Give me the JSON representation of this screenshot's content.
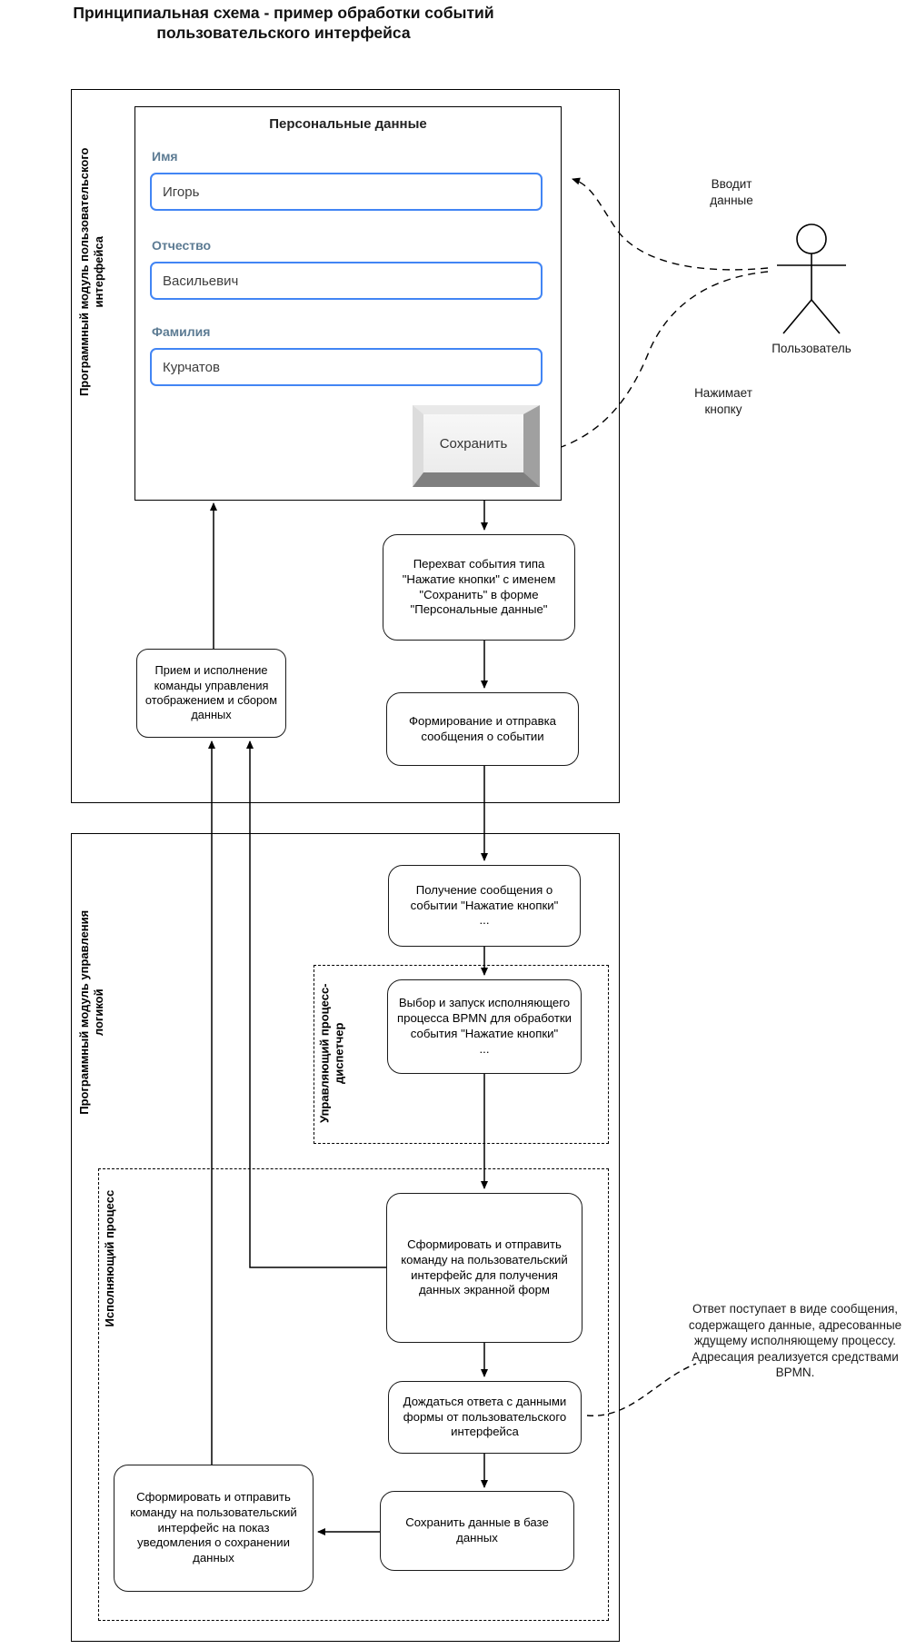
{
  "title": "Принципиальная схема - пример обработки событий пользовательского интерфейса",
  "modules": {
    "ui": {
      "label": "Программный модуль пользовательского интерфейса"
    },
    "logic": {
      "label": "Программный модуль управления логикой"
    }
  },
  "containers": {
    "dispatcher": {
      "label": "Управляющий процесс-диспетчер"
    },
    "executor": {
      "label": "Исполняющий процесс"
    }
  },
  "form": {
    "title": "Персональные данные",
    "fields": [
      {
        "label": "Имя",
        "value": "Игорь"
      },
      {
        "label": "Отчество",
        "value": "Васильевич"
      },
      {
        "label": "Фамилия",
        "value": "Курчатов"
      }
    ],
    "save_button": "Сохранить"
  },
  "actor": {
    "label": "Пользователь",
    "enter_action": "Вводит данные",
    "press_action": "Нажимает кнопку"
  },
  "nodes": {
    "intercept": "Перехват события типа \"Нажатие кнопки\"  с именем \"Сохранить\" в форме \"Персональные данные\"",
    "send_event": "Формирование и отправка сообщения о событии",
    "receive_cmd": "Прием и исполнение команды управления отображением и сбором данных",
    "receive_event": "Получение сообщения о событии \"Нажатие кнопки\"\n...",
    "select_process": "Выбор и запуск исполняющего процесса BPMN для обработки события \"Нажатие кнопки\"\n...",
    "cmd_get_data": "Сформировать и отправить команду на пользовательский интерфейс для получения данных экранной форм",
    "wait_answer": "Дождаться ответа с данными формы от пользовательского интерфейса",
    "save_db": "Сохранить данные в базе данных",
    "cmd_notify": "Сформировать и отправить команду на пользовательский интерфейс на показ уведомления о сохранении данных"
  },
  "note": "Ответ поступает в виде сообщения, содержащего данные, адресованные ждущему исполняющему процессу. Адресация реализуется средствами BPMN.",
  "colors": {
    "input_border": "#4285f4",
    "field_label": "#5c7b93",
    "stroke": "#000000"
  }
}
